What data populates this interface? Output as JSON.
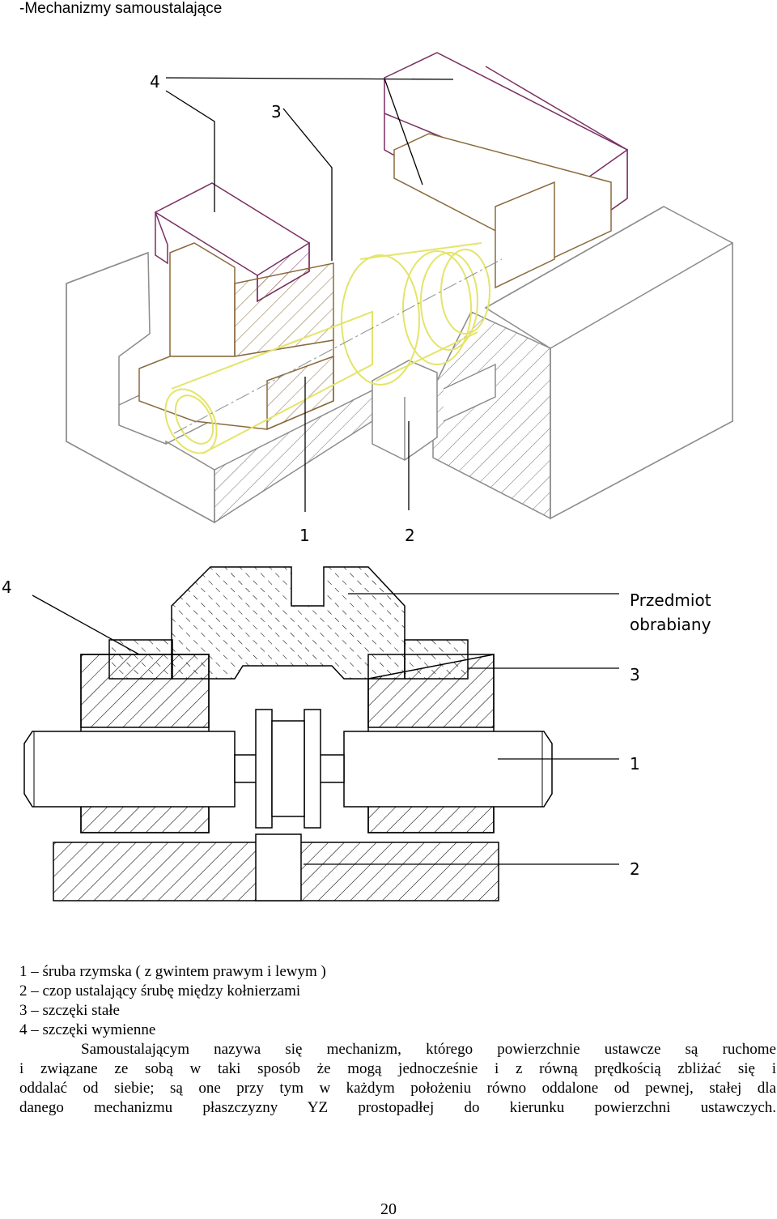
{
  "heading": "-Mechanizmy samoustalające",
  "figure_top": {
    "callouts": [
      "4",
      "3",
      "1",
      "2"
    ]
  },
  "figure_bottom": {
    "callouts": {
      "left": "4",
      "workpiece_line1": "Przedmiot",
      "workpiece_line2": "obrabiany",
      "fixed_jaws": "3",
      "screw": "1",
      "pin": "2"
    }
  },
  "legend": [
    "1 – śruba rzymska ( z gwintem prawym i lewym )",
    "2 – czop ustalający śrubę między kołnierzami",
    "3 – szczęki stałe",
    "4 – szczęki wymienne"
  ],
  "paragraph": [
    "Samoustalającym nazywa się mechanizm, którego powierzchnie ustawcze są ruchome",
    "i związane ze sobą w taki sposób że mogą jednocześnie i z równą prędkością zbliżać się i",
    "oddalać od siebie; są one przy tym w każdym położeniu równo oddalone od pewnej, stałej dla",
    "danego mechanizmu płaszczyzny YZ prostopadłej do kierunku powierzchni ustawczych."
  ],
  "page_number": "20",
  "colors": {
    "gray": "#8c8c8c",
    "purple": "#7a2f62",
    "brown": "#8a6a3c",
    "yellow": "#e4e46a"
  }
}
